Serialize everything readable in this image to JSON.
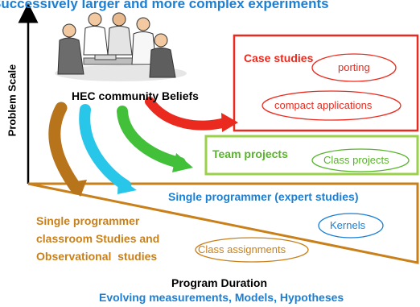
{
  "title": "Successively larger and more complex experiments",
  "y_axis_label": "Problem Scale",
  "x_axis_label": "Program Duration",
  "footer": "Evolving measurements, Models, Hypotheses",
  "beliefs_label": "HEC community Beliefs",
  "case": {
    "label": "Case studies",
    "clouds": [
      "porting",
      "compact applications"
    ]
  },
  "team": {
    "label": "Team projects",
    "clouds": [
      "Class projects"
    ]
  },
  "single_expert": {
    "label": "Single programmer (expert studies)",
    "clouds": [
      "Kernels"
    ]
  },
  "classroom": {
    "lines": [
      "Single programmer",
      "classroom Studies and",
      "Observational  studies"
    ],
    "clouds": [
      "Class assignments"
    ]
  },
  "colors": {
    "blue": "#1a7fd6",
    "red": "#ea2a1e",
    "green": "#58b42a",
    "orange": "#c9801a",
    "cyan": "#28c6e8"
  }
}
